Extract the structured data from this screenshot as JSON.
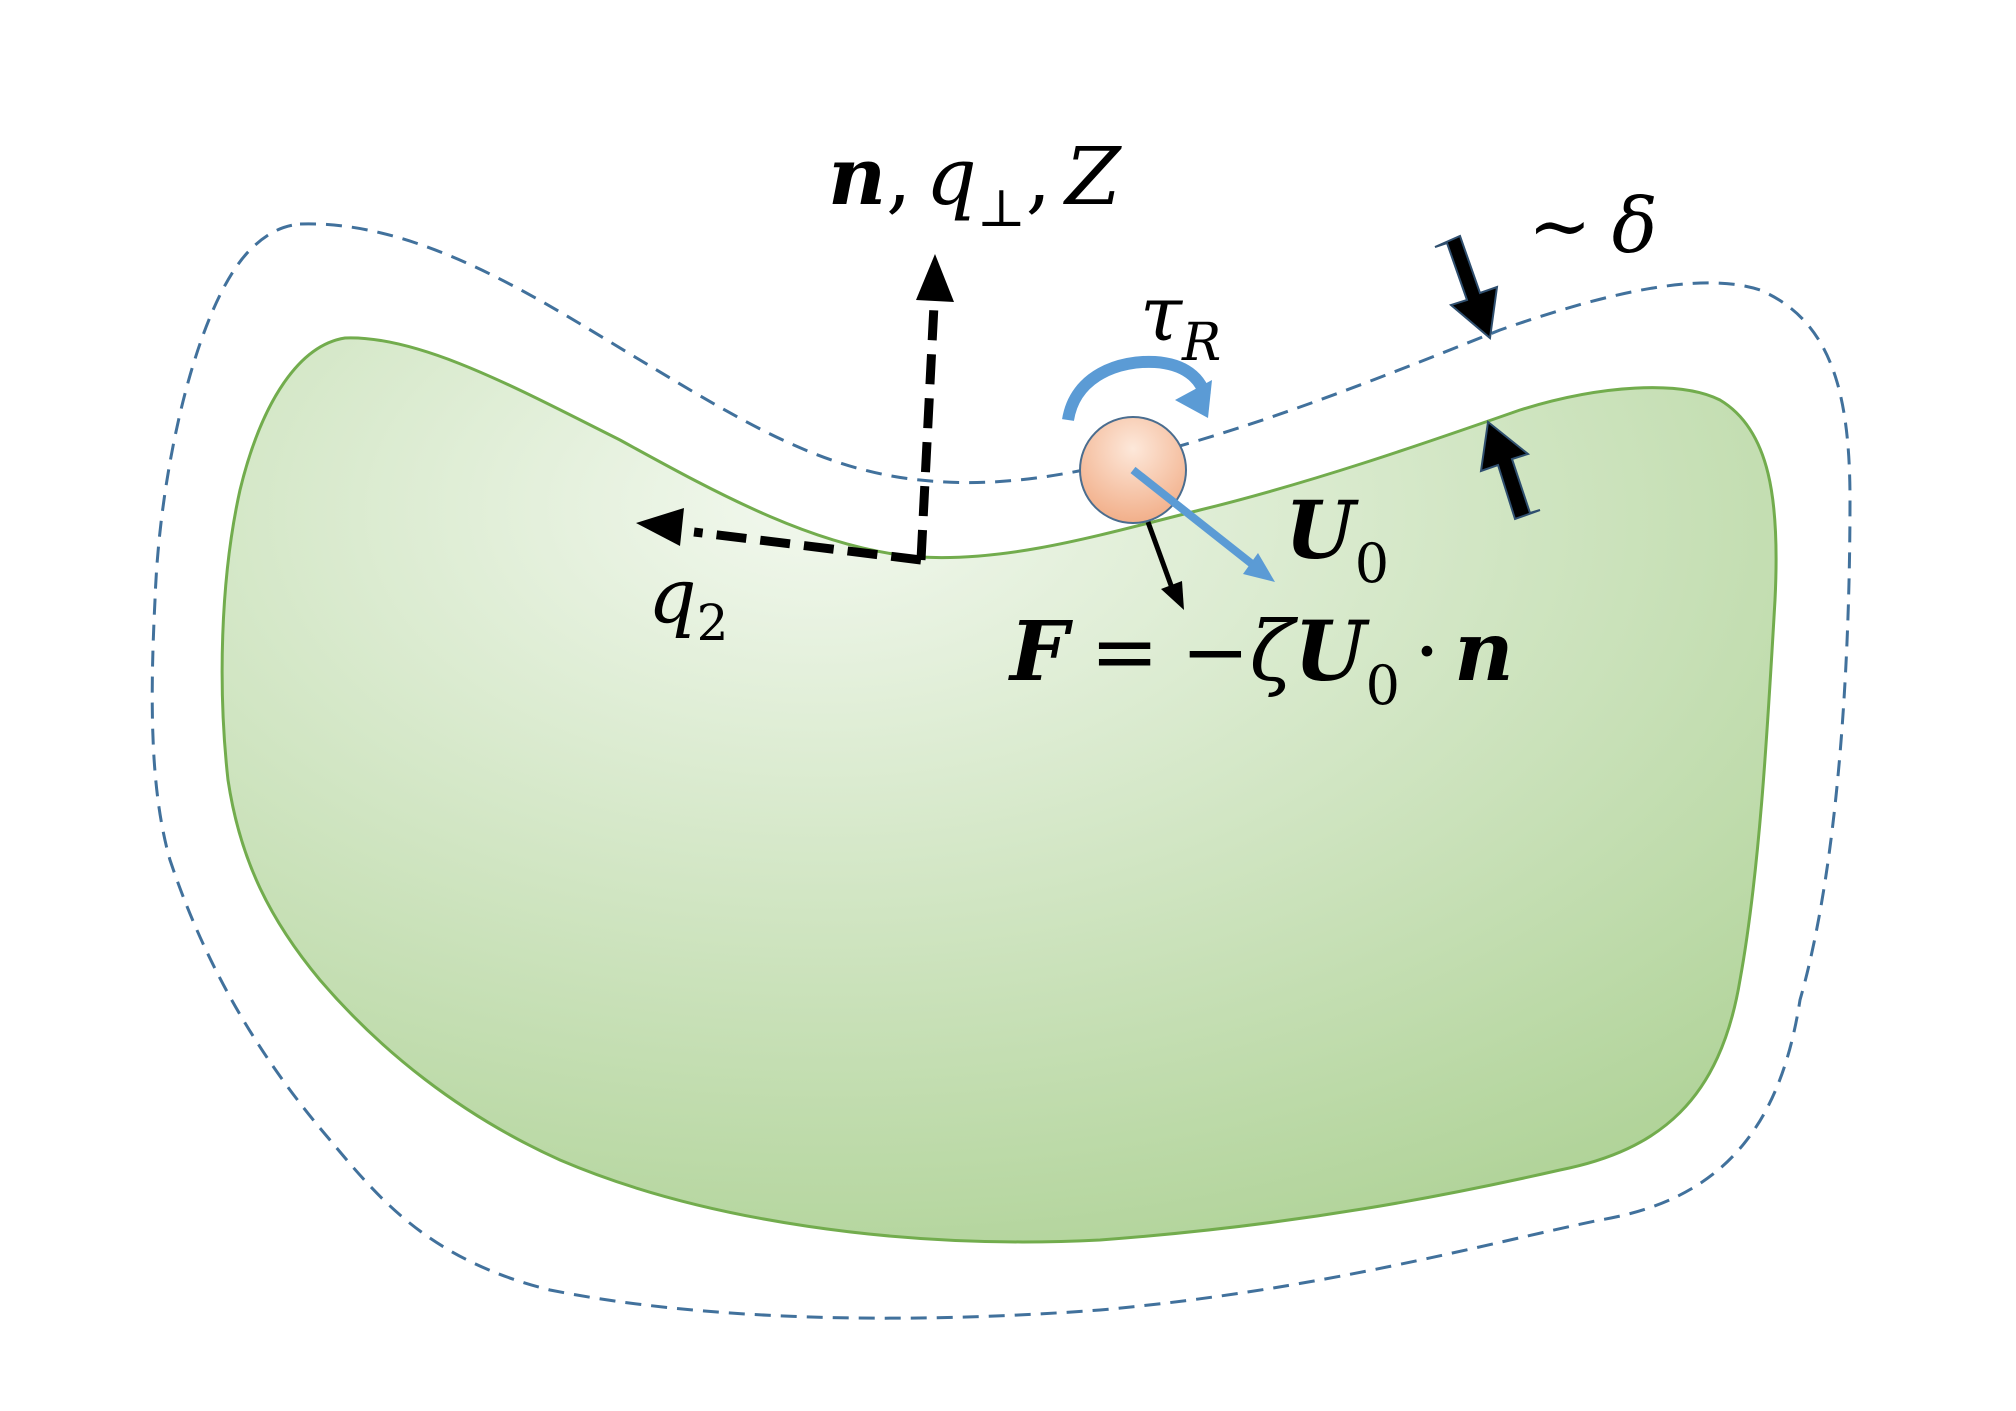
{
  "colors": {
    "body_fill_light": "#f2f8ee",
    "body_fill_dark": "#a9cf8f",
    "body_stroke": "#72ac4d",
    "boundary_dash": "#41719c",
    "particle_light": "#fde8da",
    "particle_dark": "#f1ab84",
    "particle_stroke": "#4a6d8f",
    "blue_arrow": "#5b9bd5",
    "black": "#000000"
  },
  "icons": {
    "normal_axis": "dashed-arrow-up-icon",
    "tangent_axis": "dashed-arrow-left-icon",
    "rotation": "curved-arrow-icon",
    "layer_arrows": "thick-arrow-icon"
  },
  "labels": {
    "normal_n": "n",
    "comma1": ",",
    "normal_q": "q",
    "perp": "⊥",
    "comma2": ",",
    "normal_Z": "Z",
    "tau": "τ",
    "tau_sub": "R",
    "delta_approx": "∼",
    "delta": "δ",
    "q2": "q",
    "q2_sub": "2",
    "U0": "U",
    "U0_sub": "0",
    "force_F": "F",
    "force_eq": "=",
    "force_minus": "−",
    "force_zeta": "ζ",
    "force_U": "U",
    "force_U_sub": "0",
    "force_dot": "·",
    "force_n": "n"
  }
}
